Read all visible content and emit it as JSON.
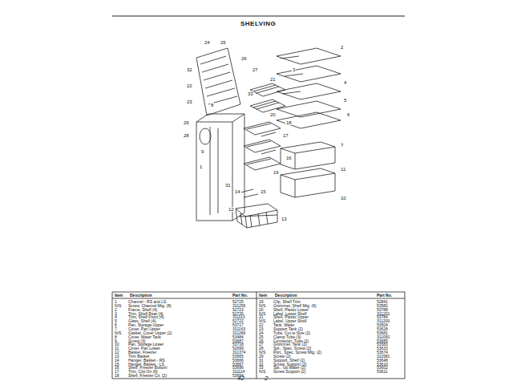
{
  "diagram": {
    "title": "SHELVING",
    "labels": [
      "1",
      "2",
      "3",
      "4",
      "5",
      "6",
      "7",
      "8",
      "9",
      "10",
      "11",
      "12",
      "13",
      "14",
      "15",
      "16",
      "17",
      "18",
      "19",
      "20",
      "21",
      "22",
      "23",
      "24",
      "25",
      "26",
      "27",
      "28",
      "29",
      "31",
      "32",
      "33",
      "Item",
      "Description",
      "Part No.",
      "Item",
      "Description",
      "Part No.",
      "1",
      "Channel - RS and LS",
      "52725",
      "N/S",
      "Screw, Channel Mtg. (8)",
      "311256",
      "2",
      "Frame, Shelf (4)",
      "52723",
      "3",
      "Trim, Shelf Rear (4)",
      "52726",
      "4",
      "Trim, Shelf Front (4)",
      "311113",
      "5",
      "Glass, Shelf (4)",
      "52722",
      "6",
      "Pan, Storage Upper",
      "53717",
      "7",
      "Cover, Pan Upper",
      "311163",
      "N/S",
      "Gasket, Cover Upper (2)",
      "311266",
      "8",
      "Cover, Water Tank",
      "53484",
      "9",
      "Screw (3)",
      "53687",
      "10",
      "Pan, Storage Lower",
      "53718",
      "11",
      "Cover, Pan Lower",
      "52699",
      "12",
      "Basket, Freezer",
      "311374",
      "13",
      "Trim Basket",
      "53665",
      "14",
      "Hanger, Basket - RS",
      "53666",
      "15",
      "Hanger, Basket - LS",
      "53667",
      "16",
      "Shelf, Freezer Bottom",
      "53696",
      "17",
      "Trim, Clip On (6)",
      "311114",
      "18",
      "Shelf, Freezer Ctr. (2)",
      "53694",
      "19",
      "Clip, Shelf Trim",
      "52841",
      "N/S",
      "Grommet, Shelf Mtg. (6)",
      "53582",
      "20",
      "Shelf, Plastic Lower",
      "53788",
      "N/S",
      "Label, Lower Shelf",
      "311201",
      "21",
      "Shelf, Plastic Upper",
      "53784",
      "N/S",
      "Label, Upper Shelf",
      "311200",
      "22",
      "Tank, Water",
      "53504",
      "23",
      "Support Tank (2)",
      "53628",
      "24",
      "Tube, Cut to Size (2)",
      "53681",
      "25",
      "Clamp Tube (3)",
      "311050",
      "26",
      "Connector, Tube (2)",
      "53685",
      "27",
      "Grommet, Tank (2)",
      "53583",
      "28",
      "Spt., Spec. Screw (2)",
      "53633",
      "N/S",
      "Port., Spec. Screw Mtg. (2)",
      "53674",
      "29",
      "Screw (2)",
      "311581",
      "31",
      "Support, Shelf (2)",
      "53648",
      "32",
      "Screw, Support (2)",
      "53610",
      "33",
      "Spt., Up Water (2)",
      "53602",
      "N/S",
      "Screw Support (2)",
      "53611",
      "42",
      "2"
    ]
  }
}
